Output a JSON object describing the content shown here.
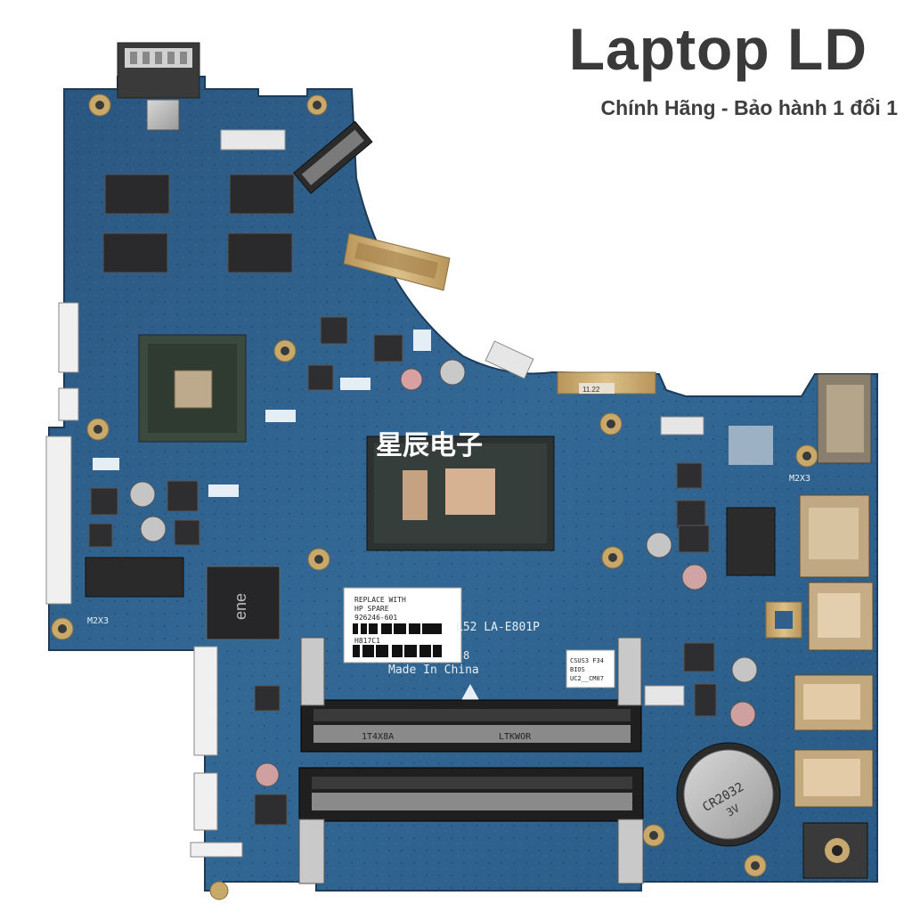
{
  "header": {
    "brand": "Laptop LD",
    "tagline": "Chính Hãng - Bảo hành 1 đổi 1"
  },
  "board": {
    "watermark": "星辰电子",
    "model_text": "L52  LA-E801P",
    "origin_text": "Made In China",
    "revision_text": "8",
    "replace_label": [
      "REPLACE WITH",
      "HP SPARE",
      "926246-601"
    ],
    "serial_label": "H817C1",
    "bios_sticker": [
      "CSUS3 F34",
      "BIOS",
      "UC2__CM07"
    ],
    "coin_cell": [
      "CR2032",
      "3V"
    ],
    "mount_labels": [
      "M2X3",
      "M2X3"
    ],
    "chip_logo": "ene",
    "small_tag": "11.22",
    "ram_slot_labels": [
      "1T4X8A",
      "LTKWOR"
    ],
    "colors": {
      "pcb": "#2f5f8a",
      "pcb_dark": "#244a6e",
      "gold": "#c9a96a",
      "chip": "#2c2c2e"
    }
  }
}
